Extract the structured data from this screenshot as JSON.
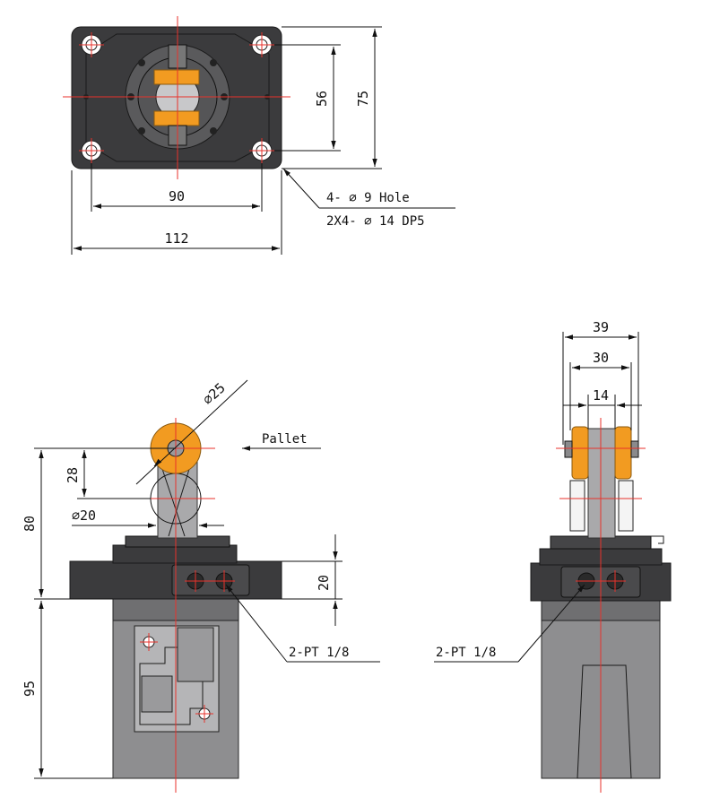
{
  "top_view": {
    "dim_hole_pitch_x": "90",
    "dim_width": "112",
    "dim_hole_pitch_y": "56",
    "dim_height": "75",
    "callout_line1": "4- ∅ 9 Hole",
    "callout_line2": "2X4- ∅ 14 DP5"
  },
  "front_view": {
    "dim_roller_dia": "∅25",
    "dim_roller_offset": "28",
    "dim_pin_dia": "∅20",
    "dim_upper_height": "80",
    "dim_lower_height": "95",
    "dim_port_block": "20",
    "pallet_label": "Pallet",
    "port_label": "2-PT 1/8"
  },
  "side_view": {
    "dim_outer_width": "39",
    "dim_mid_width": "30",
    "dim_inner_width": "14",
    "port_label": "2-PT 1/8"
  },
  "colors": {
    "body_dark": "#3b3b3d",
    "body_light": "#8e8e90",
    "roller": "#f29b21",
    "centerline": "#e8322b"
  }
}
